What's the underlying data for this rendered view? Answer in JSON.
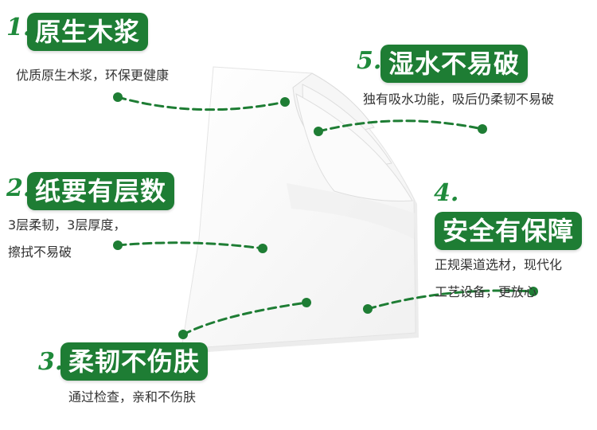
{
  "colors": {
    "accent": "#1e7d34",
    "number": "#1f8a3b",
    "text": "#333333"
  },
  "features": [
    {
      "number": "1.",
      "title": "原生木浆",
      "lines": [
        "优质原生木浆，环保更健康"
      ]
    },
    {
      "number": "2.",
      "title": "纸要有层数",
      "lines": [
        "3层柔韧，3层厚度，",
        "擦拭不易破"
      ]
    },
    {
      "number": "3.",
      "title": "柔韧不伤肤",
      "lines": [
        "通过检查，亲和不伤肤"
      ]
    },
    {
      "number": "4.",
      "title": "安全有保障",
      "lines": [
        "正规渠道选材，现代化",
        "工艺设备，更放心"
      ]
    },
    {
      "number": "5.",
      "title": "湿水不易破",
      "lines": [
        "独有吸水功能，吸后仍柔韧不易破"
      ]
    }
  ],
  "icons": {
    "tissue": "tissue-illustration",
    "connector": "dashed-connector"
  }
}
